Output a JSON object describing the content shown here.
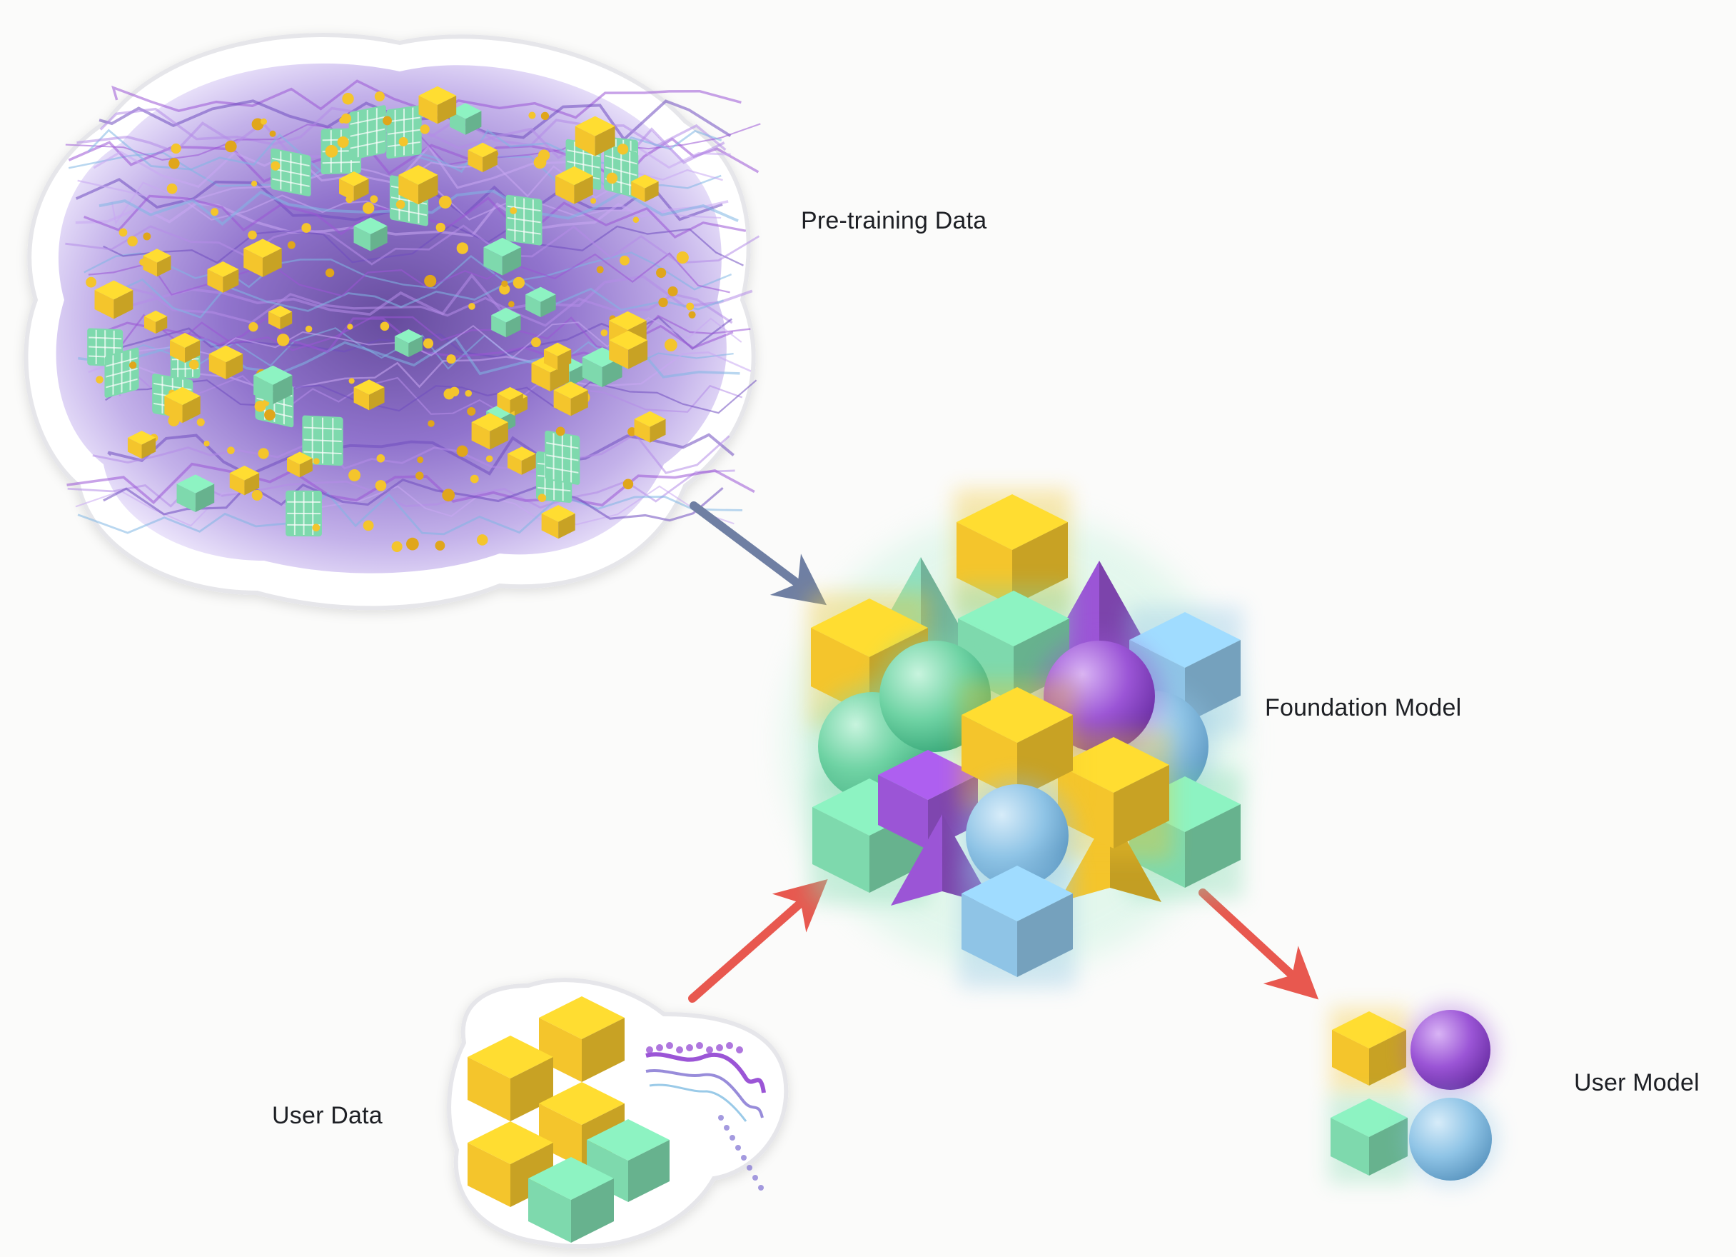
{
  "diagram": {
    "nodes": [
      {
        "id": "pretrain",
        "label": "Pre-training Data"
      },
      {
        "id": "foundation",
        "label": "Foundation Model"
      },
      {
        "id": "user_data",
        "label": "User Data"
      },
      {
        "id": "user_model",
        "label": "User Model"
      }
    ],
    "edges": [
      {
        "from": "pretrain",
        "to": "foundation",
        "color": "#6f7fa3"
      },
      {
        "from": "user_data",
        "to": "foundation",
        "color": "#e8584f"
      },
      {
        "from": "foundation",
        "to": "user_model",
        "color": "#e8584f"
      }
    ]
  },
  "colors": {
    "yellow": "#f4c52c",
    "green": "#7ed9ad",
    "purple": "#9b55d6",
    "blue": "#8fc4e6",
    "red_arrow": "#e8584f",
    "gray_arrow": "#6f7fa3"
  }
}
